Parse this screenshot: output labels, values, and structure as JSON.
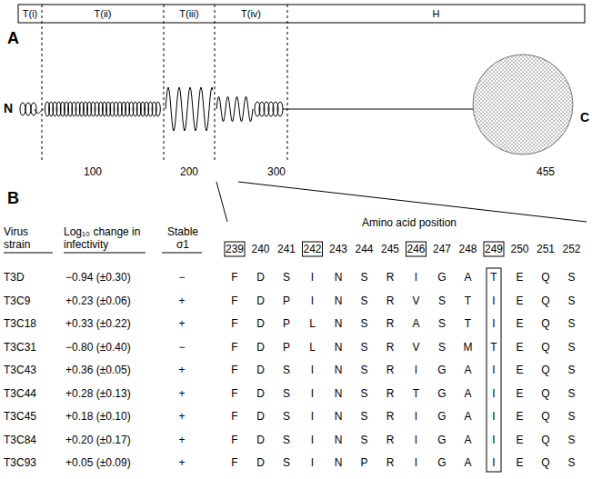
{
  "diagram": {
    "nodes": [
      {
        "text": [
          "T(i)"
        ]
      },
      {
        "text": [
          "T(ii)"
        ]
      },
      {
        "text": [
          "T(iii)"
        ]
      },
      {
        "text": [
          "T(iv)"
        ]
      },
      {
        "text": [
          "H"
        ]
      }
    ],
    "labels": [
      "A",
      "N",
      "C",
      "100",
      "200",
      "300",
      "455",
      "B",
      "Virus strain",
      "Log₁₀ change in infectivity",
      "Stable σ1",
      "Amino acid position",
      "239",
      "240",
      "241",
      "242",
      "243",
      "244",
      "245",
      "246",
      "247",
      "248",
      "249",
      "250",
      "251",
      "252",
      "T3D",
      "−0.94 (±0.30)",
      "−",
      "F",
      "D",
      "S",
      "I",
      "N",
      "S",
      "R",
      "I",
      "G",
      "A",
      "T",
      "E",
      "Q",
      "S",
      "T3C9",
      "+0.23 (±0.06)",
      "+",
      "F",
      "D",
      "P",
      "I",
      "N",
      "S",
      "R",
      "V",
      "S",
      "T",
      "I",
      "E",
      "Q",
      "S",
      "T3C18",
      "+0.33 (±0.22)",
      "+",
      "F",
      "D",
      "P",
      "L",
      "N",
      "S",
      "R",
      "A",
      "S",
      "T",
      "I",
      "E",
      "Q",
      "S",
      "T3C31",
      "−0.80 (±0.40)",
      "−",
      "F",
      "D",
      "P",
      "L",
      "N",
      "S",
      "R",
      "V",
      "S",
      "M",
      "T",
      "E",
      "Q",
      "S",
      "T3C43",
      "+0.36 (±0.05)",
      "+",
      "F",
      "D",
      "S",
      "I",
      "N",
      "S",
      "R",
      "I",
      "G",
      "A",
      "I",
      "E",
      "Q",
      "S",
      "T3C44",
      "+0.28 (±0.13)",
      "+",
      "F",
      "D",
      "S",
      "I",
      "N",
      "S",
      "R",
      "T",
      "G",
      "A",
      "I",
      "E",
      "Q",
      "S",
      "T3C45",
      "+0.18 (±0.10)",
      "+",
      "F",
      "D",
      "S",
      "I",
      "N",
      "S",
      "R",
      "I",
      "G",
      "A",
      "I",
      "E",
      "Q",
      "S",
      "T3C84",
      "+0.20 (±0.17)",
      "+",
      "F",
      "D",
      "S",
      "I",
      "N",
      "S",
      "R",
      "I",
      "G",
      "A",
      "I",
      "E",
      "Q",
      "S",
      "T3C93",
      "+0.05 (±0.09)",
      "+",
      "F",
      "D",
      "S",
      "I",
      "N",
      "P",
      "R",
      "I",
      "G",
      "A",
      "I",
      "E",
      "Q",
      "S"
    ]
  }
}
